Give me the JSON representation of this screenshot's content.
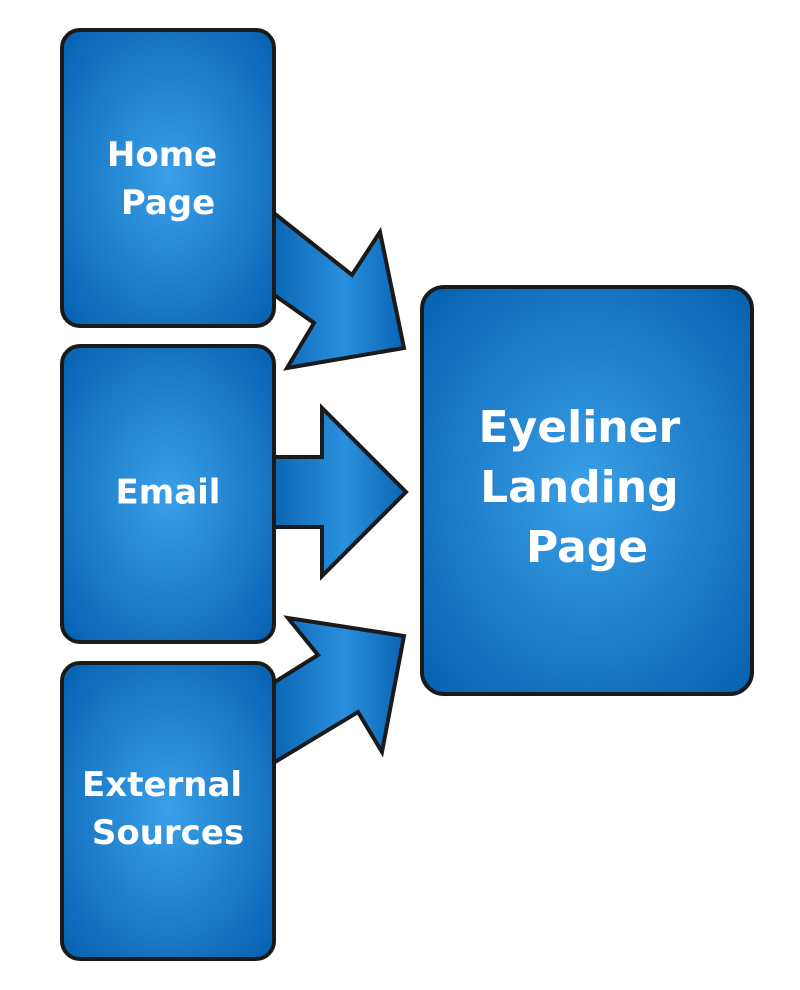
{
  "diagram": {
    "colors": {
      "box_center": "#3aa0e8",
      "box_edge": "#0a64b4",
      "outline": "#1a1a1a",
      "text": "#ffffff"
    },
    "sources": [
      {
        "id": "home",
        "label_lines": [
          "Home",
          "Page"
        ]
      },
      {
        "id": "email",
        "label_lines": [
          "Email"
        ]
      },
      {
        "id": "external",
        "label_lines": [
          "External",
          "Sources"
        ]
      }
    ],
    "target": {
      "id": "landing",
      "label_lines": [
        "Eyeliner",
        "Landing",
        "Page"
      ]
    }
  }
}
